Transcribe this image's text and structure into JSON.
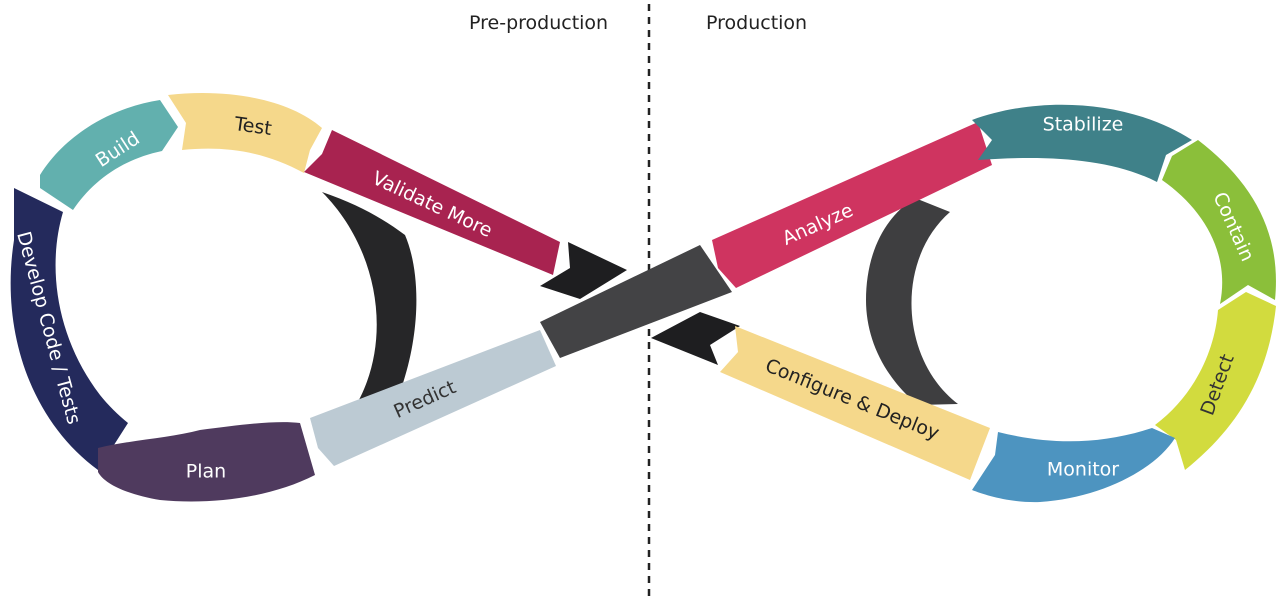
{
  "phases": {
    "pre_production": "Pre-production",
    "production": "Production"
  },
  "stages": {
    "build": "Build",
    "test": "Test",
    "validate_more": "Validate More",
    "develop_code_tests": "Develop Code / Tests",
    "plan": "Plan",
    "predict": "Predict",
    "analyze": "Analyze",
    "stabilize": "Stabilize",
    "contain": "Contain",
    "detect": "Detect",
    "monitor": "Monitor",
    "configure_deploy": "Configure & Deploy"
  },
  "colors": {
    "build": "#62B0AE",
    "test": "#F5D88B",
    "validate_more": "#A82350",
    "develop_code_tests": "#242A5C",
    "plan": "#4F3A5E",
    "predict": "#BCCAD3",
    "analyze": "#CF3460",
    "stabilize": "#3F8189",
    "contain": "#8BBF3A",
    "detect": "#D2DB3E",
    "monitor": "#4D94C0",
    "configure_deploy": "#F5D88B",
    "dark_band": "#2B2B2D",
    "divider": "#222222"
  }
}
